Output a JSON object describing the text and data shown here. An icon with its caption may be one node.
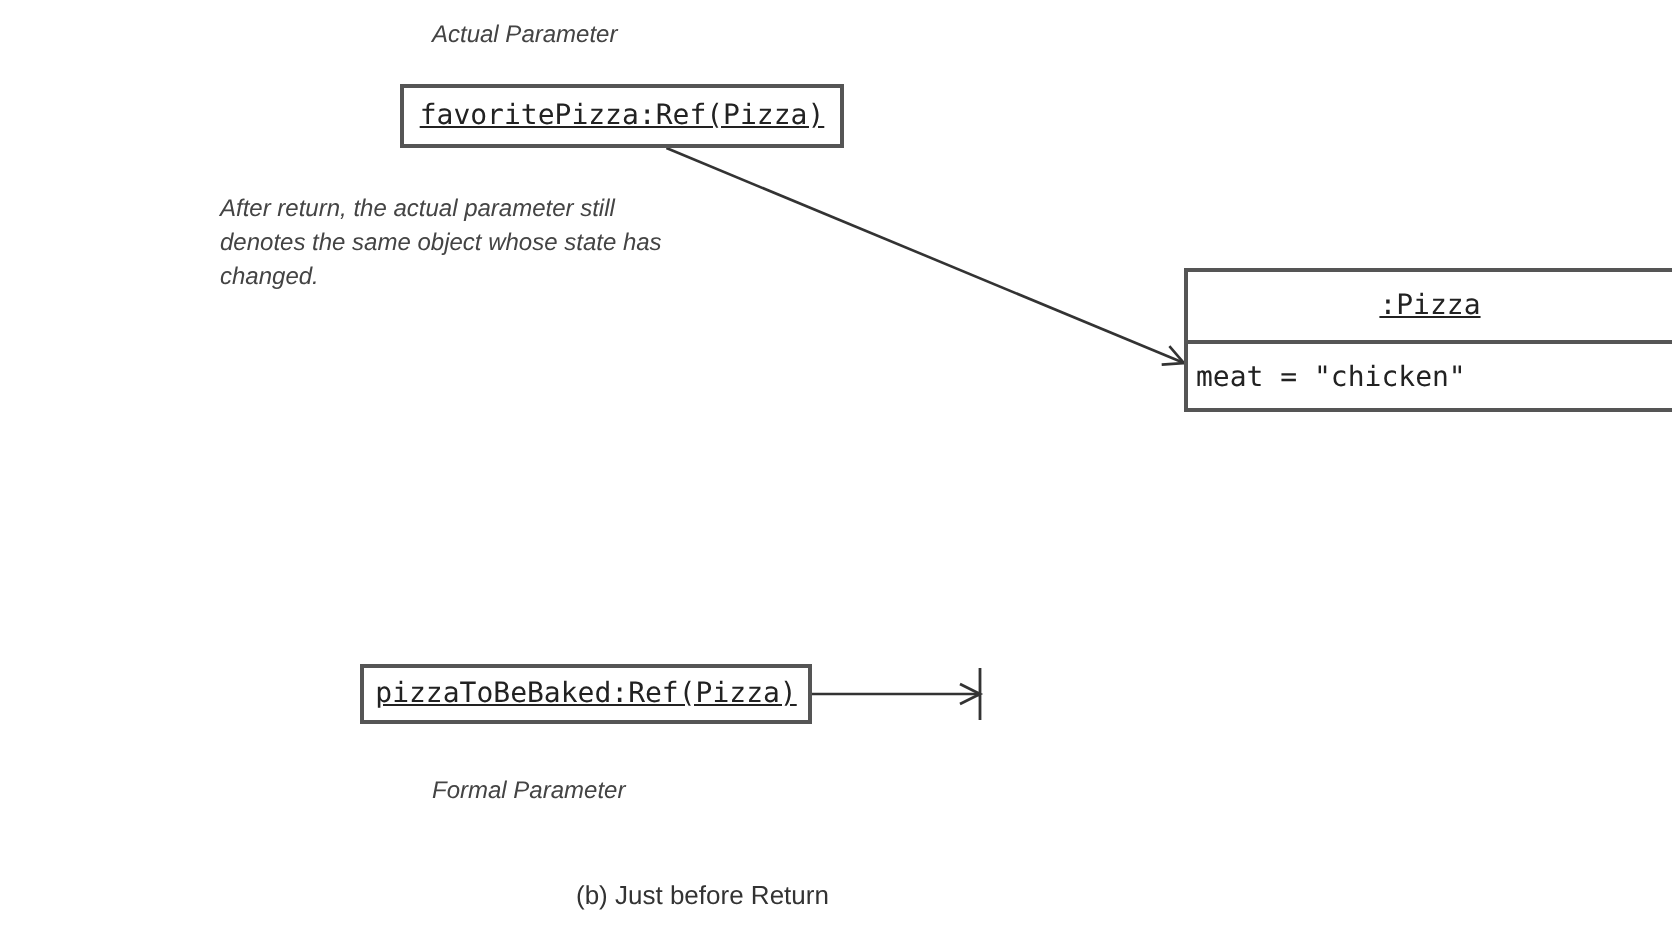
{
  "diagram": {
    "caption": "(b) Just before Return",
    "nodes": [
      {
        "text": [
          "favoritePizza:Ref(Pizza)"
        ],
        "beside": [
          "Actual Parameter"
        ]
      },
      {
        "text": [
          ":Pizza",
          "meat = \"chicken\""
        ]
      },
      {
        "text": [
          "pizzaToBeBaked:Ref(Pizza)"
        ],
        "beside": [
          "Formal Parameter"
        ]
      }
    ],
    "edges": [
      {
        "from": 0,
        "to": 1,
        "arrow": "to"
      },
      {
        "from": 2,
        "to": null,
        "arrow": "to"
      }
    ],
    "labels": [
      "After return, the actual parameter still denotes the same object whose state has changed."
    ]
  }
}
